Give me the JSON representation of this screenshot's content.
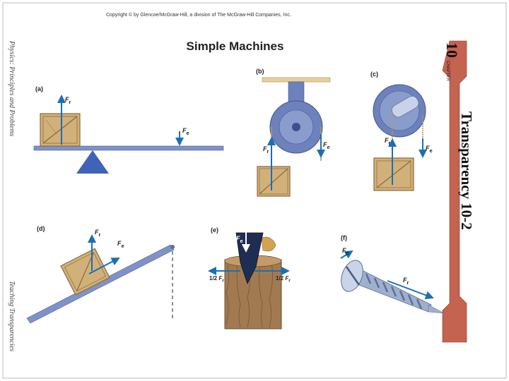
{
  "header": {
    "copyright": "Copyright © by Glencoe/McGraw-Hill, a division of The McGraw-Hill Companies, Inc.",
    "title": "Simple Machines"
  },
  "side": {
    "left_top": "Physics: Principles and Problems",
    "left_bottom": "Teaching Transparencies",
    "chapter_word": "CHAPTER",
    "chapter_number": "10",
    "transparency": "Transparency 10-2"
  },
  "panels": {
    "a": {
      "label": "(a)",
      "fr": "F",
      "fr_sub": "r",
      "fe": "F",
      "fe_sub": "e"
    },
    "b": {
      "label": "(b)",
      "fr": "F",
      "fr_sub": "r",
      "fe": "F",
      "fe_sub": "e"
    },
    "c": {
      "label": "(c)",
      "fr": "F",
      "fr_sub": "r",
      "fe": "F",
      "fe_sub": "e"
    },
    "d": {
      "label": "(d)",
      "fr": "F",
      "fr_sub": "r",
      "fe": "F",
      "fe_sub": "e"
    },
    "e": {
      "label": "(e)",
      "fe": "F",
      "fe_sub": "e",
      "half": "1/2",
      "fr": "F",
      "fr_sub": "r"
    },
    "f": {
      "label": "(f)",
      "fe": "F",
      "fe_sub": "e",
      "fr": "F",
      "fr_sub": "r"
    }
  },
  "colors": {
    "beam": "#7f92c8",
    "arrow": "#1a6fb5",
    "crate": "#d2b07a",
    "crate_dark": "#8a6a3a",
    "band": "#c4634f",
    "wood": "#a27a52",
    "pulley": "#6d82bd"
  }
}
